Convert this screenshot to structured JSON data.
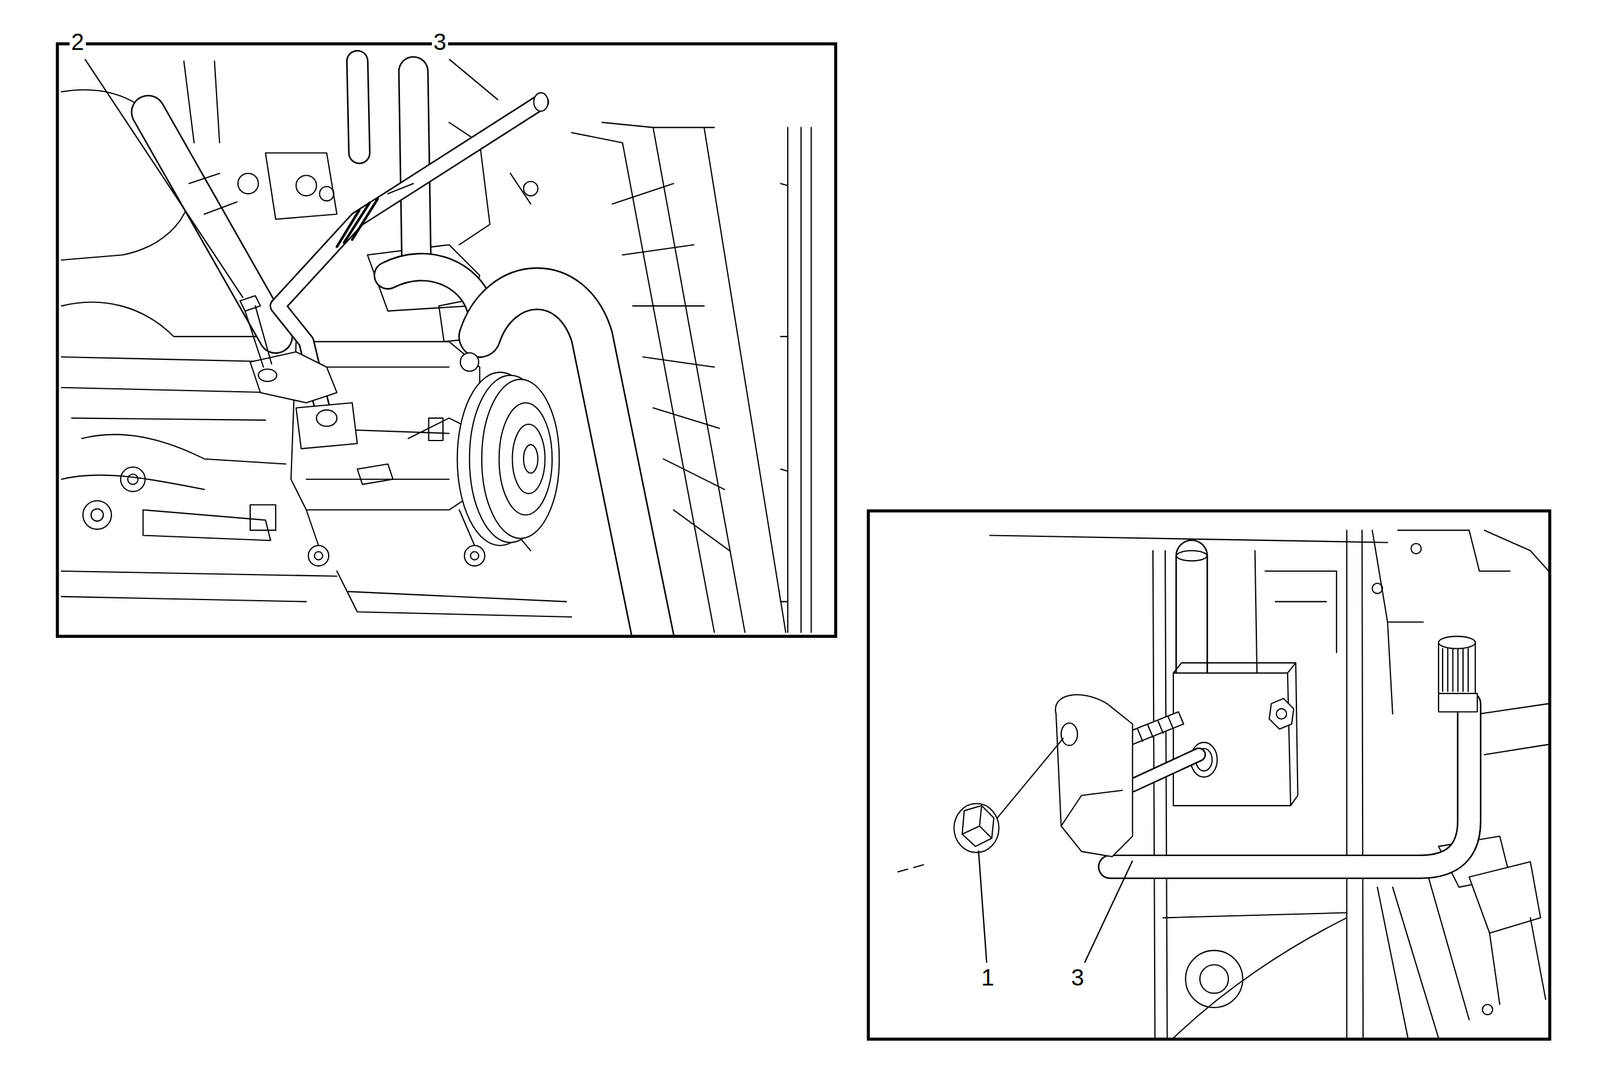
{
  "diagram": {
    "labels": [
      "2",
      "3",
      "1",
      "3"
    ]
  }
}
